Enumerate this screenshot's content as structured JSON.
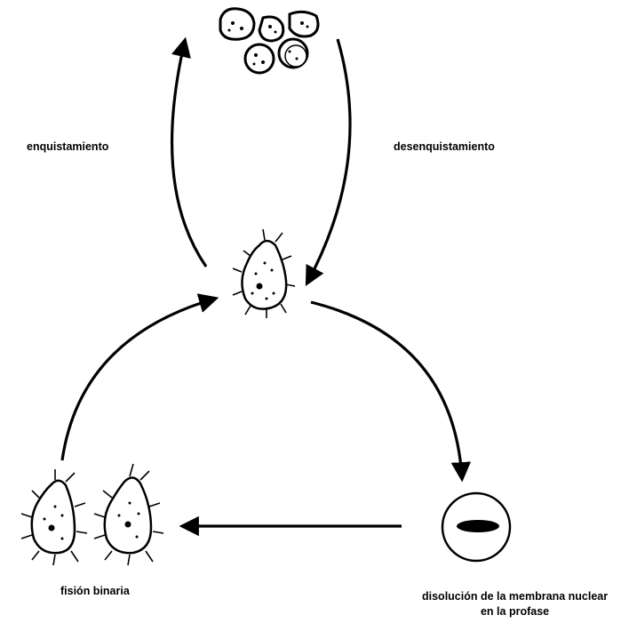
{
  "labels": {
    "encystment": "enquistamiento",
    "excystment": "desenquistamiento",
    "binary_fission": "fisión binaria",
    "nuclear_dissolution_line1": "disolución de la membrana nuclear",
    "nuclear_dissolution_line2": "en la profase"
  },
  "colors": {
    "ink": "#000000",
    "background": "#ffffff"
  }
}
